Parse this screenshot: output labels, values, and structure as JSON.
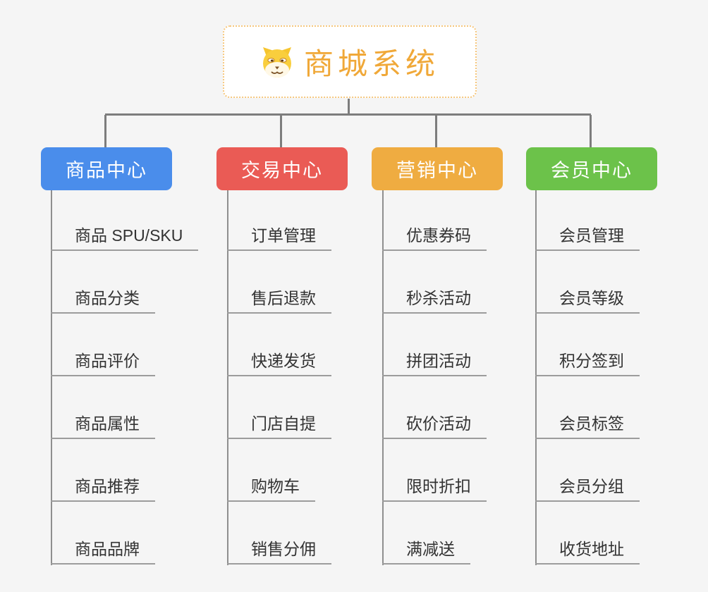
{
  "canvas": {
    "background": "#f5f5f5"
  },
  "root": {
    "title": "商城系统",
    "icon": "shiba-dog-icon",
    "text_color": "#f0a838",
    "border_color": "#f6c77d"
  },
  "branches": [
    {
      "label": "商品中心",
      "color": "#4a8deb",
      "items": [
        "商品 SPU/SKU",
        "商品分类",
        "商品评价",
        "商品属性",
        "商品推荐",
        "商品品牌"
      ]
    },
    {
      "label": "交易中心",
      "color": "#ea5b55",
      "items": [
        "订单管理",
        "售后退款",
        "快递发货",
        "门店自提",
        "购物车",
        "销售分佣"
      ]
    },
    {
      "label": "营销中心",
      "color": "#efac41",
      "items": [
        "优惠券码",
        "秒杀活动",
        "拼团活动",
        "砍价活动",
        "限时折扣",
        "满减送"
      ]
    },
    {
      "label": "会员中心",
      "color": "#6cc24a",
      "items": [
        "会员管理",
        "会员等级",
        "积分签到",
        "会员标签",
        "会员分组",
        "收货地址"
      ]
    }
  ],
  "connectors": {
    "color": "#7d7d7d",
    "leaf_line_color": "#9c9c9c",
    "leaf_text_color": "#333333"
  }
}
